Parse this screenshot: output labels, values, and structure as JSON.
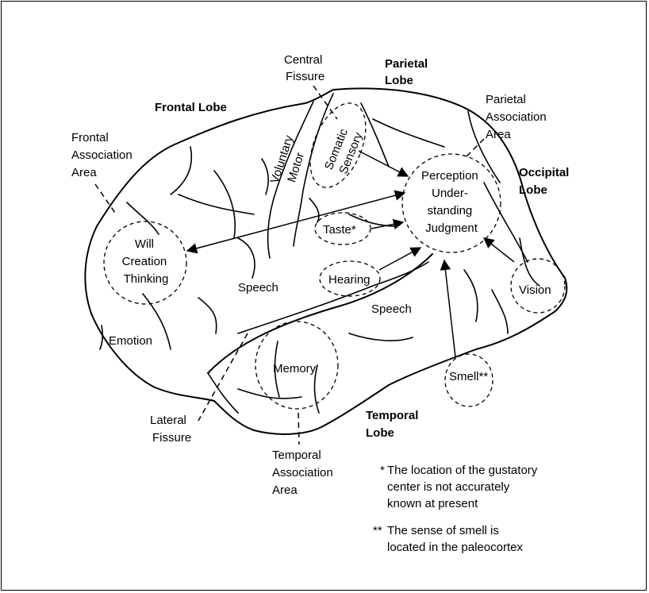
{
  "labels": {
    "central_fissure": [
      "Central",
      "Fissure"
    ],
    "parietal_lobe": [
      "Parietal",
      "Lobe"
    ],
    "frontal_lobe": "Frontal Lobe",
    "parietal_association": [
      "Parietal",
      "Association",
      "Area"
    ],
    "frontal_association": [
      "Frontal",
      "Association",
      "Area"
    ],
    "occipital_lobe": [
      "Occipital",
      "Lobe"
    ],
    "voluntary_motor": [
      "Voluntary",
      "Motor"
    ],
    "somatic_sensory": [
      "Somatic",
      "Sensory"
    ],
    "perception": [
      "Perception",
      "Under-",
      "standing",
      "Judgment"
    ],
    "taste": "Taste*",
    "will": [
      "Will",
      "Creation",
      "Thinking"
    ],
    "speech_left": "Speech",
    "hearing": "Hearing",
    "speech_right": "Speech",
    "vision": "Vision",
    "emotion": "Emotion",
    "memory": "Memory",
    "smell": "Smell**",
    "temporal_lobe": [
      "Temporal",
      "Lobe"
    ],
    "lateral_fissure": [
      "Lateral",
      "Fissure"
    ],
    "temporal_association": [
      "Temporal",
      "Association",
      "Area"
    ]
  },
  "notes": {
    "note1_marker": "*",
    "note1": [
      "The location of the gustatory",
      "center is not accurately",
      "known at present"
    ],
    "note2_marker": "**",
    "note2": [
      "The sense of smell is",
      "located in the paleocortex"
    ]
  },
  "colors": {
    "ink": "#000000",
    "background": "#ffffff"
  }
}
